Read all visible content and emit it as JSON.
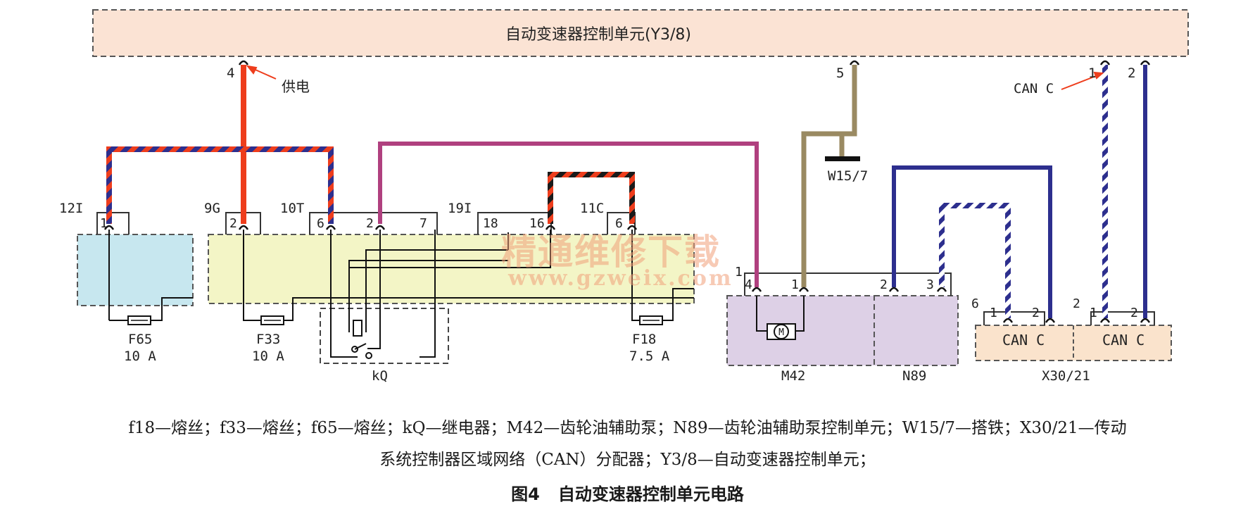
{
  "ecu_title": "自动变速器控制单元(Y3/8)",
  "labels": {
    "supply_note": "供电",
    "can_note": "CAN C",
    "ground": "W15/7",
    "conn_12I": "12I",
    "conn_9G": "9G",
    "conn_10T": "10T",
    "conn_19I": "19I",
    "conn_11C": "11C",
    "fuse_f65": "F65",
    "fuse_f65_rating": "10 A",
    "fuse_f33": "F33",
    "fuse_f33_rating": "10 A",
    "fuse_f18": "F18",
    "fuse_f18_rating": "7.5 A",
    "relay": "kQ",
    "motor_symbol": "M",
    "pump": "M42",
    "pump_ctrl": "N89",
    "distributor": "X30/21",
    "can_block_a": "CAN C",
    "can_block_b": "CAN C"
  },
  "pins": {
    "ecu_4": "4",
    "ecu_5": "5",
    "ecu_1": "1",
    "ecu_2": "2",
    "c12I_1": "1",
    "c9G_2": "2",
    "c10T_6": "6",
    "c10T_2": "2",
    "c10T_7": "7",
    "c19I_18": "18",
    "c19I_16": "16",
    "c11C_6": "6",
    "m42_4": "4",
    "m42_1": "1",
    "m42_top": "1",
    "n89_2": "2",
    "n89_3": "3",
    "xa_6": "6",
    "xa_1": "1",
    "xa_2": "2",
    "xb_2": "2",
    "xb_1": "1",
    "xb_2b": "2"
  },
  "watermark": {
    "line1": "精通维修下载",
    "line2": "www.gzweix.com"
  },
  "legend_line1": "f18—熔丝；f33—熔丝；f65—熔丝；kQ—继电器；M42—齿轮油辅助泵；N89—齿轮油辅助泵控制单元；W15/7—搭铁；X30/21—传动",
  "legend_line2": "系统控制器区域网络（CAN）分配器；Y3/8—自动变速器控制单元；",
  "figure_number": "图4",
  "figure_title": "自动变速器控制单元电路",
  "colors": {
    "ecu_fill": "#fbe3d4",
    "fuse_box_left": "#c7e7ef",
    "fuse_box_main": "#f3f5c6",
    "pump_fill": "#ddd0e6",
    "dist_fill": "#fae3cc",
    "wire_red": "#ee3d1c",
    "wire_blue": "#2d2f8e",
    "wire_magenta": "#b0407f",
    "wire_brown": "#9a8a62",
    "wire_black": "#1a1a1a"
  }
}
